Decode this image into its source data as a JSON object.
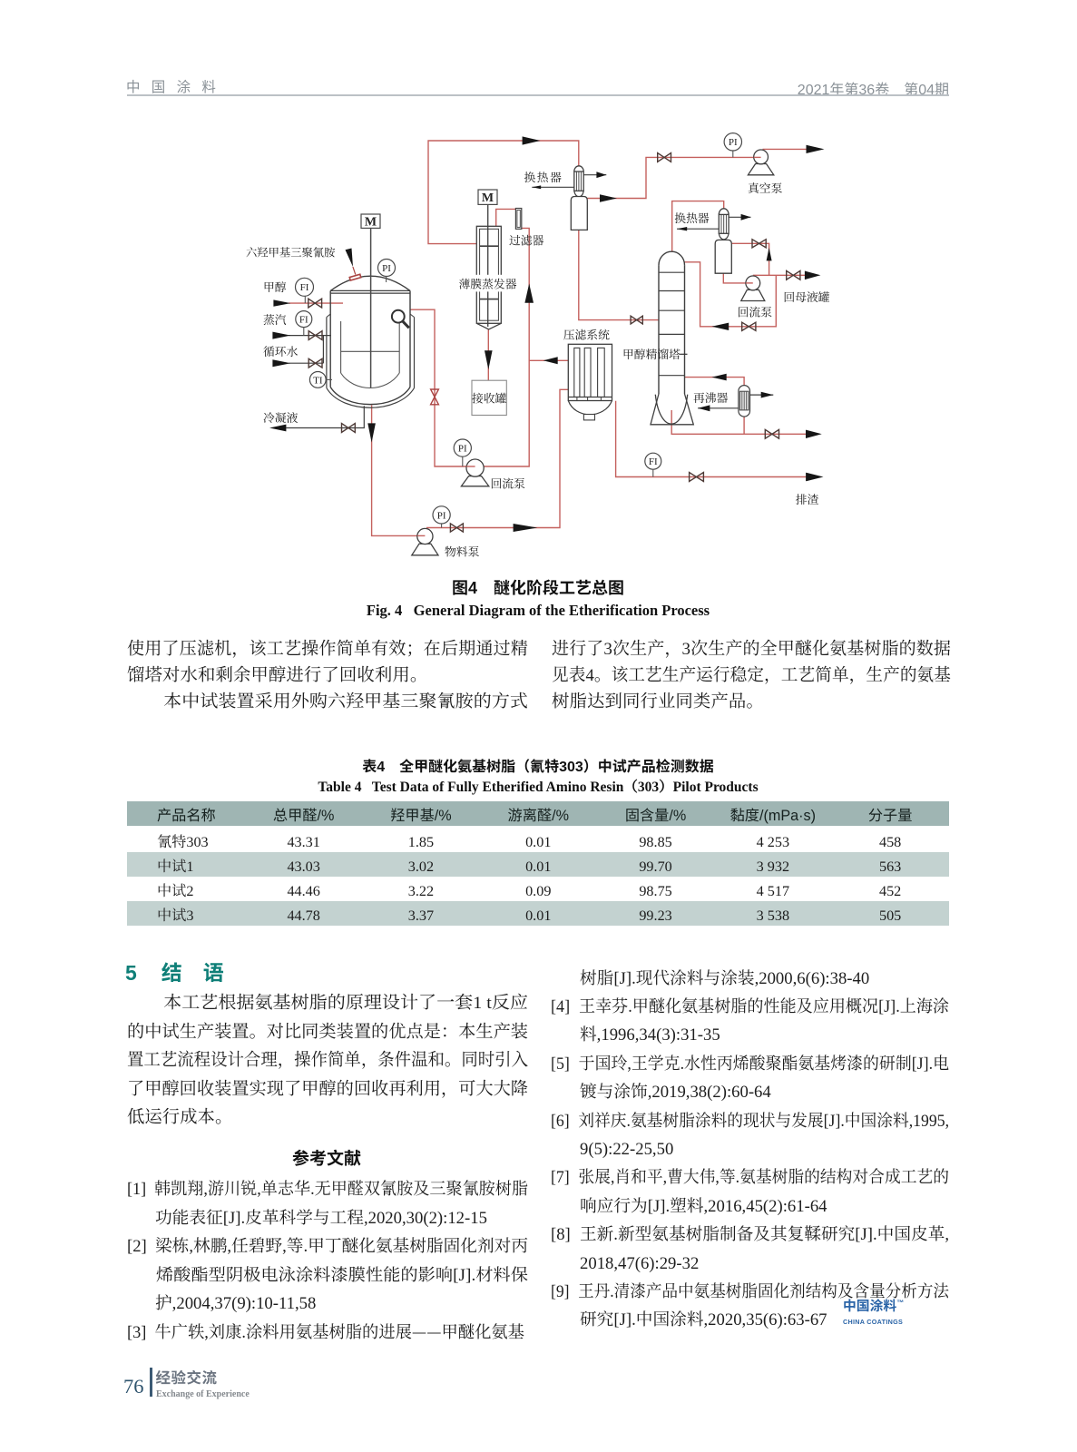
{
  "colors": {
    "accent": "#0f7f78",
    "thbg": "#9fb5b3",
    "altbg": "#c3d2d0",
    "logo": "#2a64a7",
    "footer": "#44697e",
    "hgray": "#8a9197",
    "lred": "#c4615e",
    "dred": "#a94442",
    "valve": "#4d3a36"
  },
  "header": {
    "journal": "中 国 涂 料",
    "issue": "2021年第36卷　第04期"
  },
  "diagram": {
    "tags": {
      "pi": "PI",
      "fi": "FI",
      "ti": "TI",
      "m": "M"
    },
    "labels": {
      "feed": "六羟甲基三聚氰胺",
      "methanol": "甲醇",
      "steam": "蒸汽",
      "circwater": "循环水",
      "condensate": "冷凝液",
      "hx1": "换热器",
      "hx2": "换热器",
      "filter": "过滤器",
      "evaporator": "薄膜蒸发器",
      "receiver": "接收罐",
      "press": "压滤系统",
      "column": "甲醇精馏塔",
      "vacuum_pump": "真空泵",
      "mother_liquor": "回母液罐",
      "reflux_pump_r": "回流泵",
      "reflux_pump_l": "回流泵",
      "material_pump": "物料泵",
      "reboiler": "再沸器",
      "slag": "排渣"
    }
  },
  "figure": {
    "caption_cn": "图4　醚化阶段工艺总图",
    "caption_en": "Fig. 4   General Diagram of the Etherification Process"
  },
  "body": {
    "left_lines": [
      "使用了压滤机，该工艺操作简单有效；在后期通过精",
      "馏塔对水和剩余甲醇进行了回收利用。",
      "　　本中试装置采用外购六羟甲基三聚氰胺的方式"
    ],
    "right_lines": [
      "进行了3次生产，3次生产的全甲醚化氨基树脂的数据",
      "见表4。该工艺生产运行稳定，工艺简单，生产的氨基",
      "树脂达到同行业同类产品。"
    ]
  },
  "table": {
    "caption_cn": "表4　全甲醚化氨基树脂（氰特303）中试产品检测数据",
    "caption_en": "Table 4   Test Data of Fully Etherified Amino Resin（303）Pilot Products",
    "headers": [
      "产品名称",
      "总甲醛/%",
      "羟甲基/%",
      "游离醛/%",
      "固含量/%",
      "黏度/(mPa·s)",
      "分子量"
    ],
    "rows": [
      [
        "氰特303",
        "43.31",
        "1.85",
        "0.01",
        "98.85",
        "4 253",
        "458"
      ],
      [
        "中试1",
        "43.03",
        "3.02",
        "0.01",
        "99.70",
        "3 932",
        "563"
      ],
      [
        "中试2",
        "44.46",
        "3.22",
        "0.09",
        "98.75",
        "4 517",
        "452"
      ],
      [
        "中试3",
        "44.78",
        "3.37",
        "0.01",
        "99.23",
        "3 538",
        "505"
      ]
    ]
  },
  "conclusion": {
    "number": "5",
    "title": "结　语",
    "lines": [
      "　　本工艺根据氨基树脂的原理设计了一套1 t反应",
      "的中试生产装置。对比同类装置的优点是：本生产装",
      "置工艺流程设计合理，操作简单，条件温和。同时引入",
      "了甲醇回收装置实现了甲醇的回收再利用，可大大降",
      "低运行成本。"
    ]
  },
  "references": {
    "heading": "参考文献",
    "left": [
      {
        "m": "[1]",
        "lines": [
          "韩凯翔,游川锐,单志华.无甲醛双氰胺及三聚氰胺树脂",
          "功能表征[J].皮革科学与工程,2020,30(2):12-15"
        ]
      },
      {
        "m": "[2]",
        "lines": [
          "梁栋,林鹏,任碧野,等.甲丁醚化氨基树脂固化剂对丙",
          "烯酸酯型阴极电泳涂料漆膜性能的影响[J].材料保",
          "护,2004,37(9):10-11,58"
        ]
      },
      {
        "m": "[3]",
        "lines": [
          "牛广轶,刘康.涂料用氨基树脂的进展——甲醚化氨基"
        ]
      }
    ],
    "right": [
      {
        "m": "",
        "lines": [
          "树脂[J].现代涂料与涂装,2000,6(6):38-40"
        ]
      },
      {
        "m": "[4]",
        "lines": [
          "王幸芬.甲醚化氨基树脂的性能及应用概况[J].上海涂",
          "料,1996,34(3):31-35"
        ]
      },
      {
        "m": "[5]",
        "lines": [
          "于国玲,王学克.水性丙烯酸聚酯氨基烤漆的研制[J].电",
          "镀与涂饰,2019,38(2):60-64"
        ]
      },
      {
        "m": "[6]",
        "lines": [
          "刘祥庆.氨基树脂涂料的现状与发展[J].中国涂料,1995,",
          "9(5):22-25,50"
        ]
      },
      {
        "m": "[7]",
        "lines": [
          "张展,肖和平,曹大伟,等.氨基树脂的结构对合成工艺的",
          "响应行为[J].塑料,2016,45(2):61-64"
        ]
      },
      {
        "m": "[8]",
        "lines": [
          "王新.新型氨基树脂制备及其复鞣研究[J].中国皮革,",
          "2018,47(6):29-32"
        ]
      },
      {
        "m": "[9]",
        "lines": [
          "王丹.清漆产品中氨基树脂固化剂结构及含量分析方法",
          "研究[J].中国涂料,2020,35(6):63-67"
        ]
      }
    ]
  },
  "logo": {
    "cn": "中国涂料",
    "tm": "™",
    "en": "CHINA COATINGS"
  },
  "footer": {
    "page": "76",
    "cn": "经验交流",
    "en": "Exchange of Experience"
  }
}
